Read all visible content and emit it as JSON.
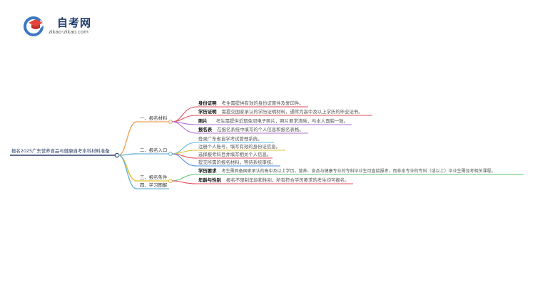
{
  "logo": {
    "title": "自考网",
    "subtitle": "zikao-zikao.com",
    "icon": "graduation-cap-icon"
  },
  "root": "报名2025广东营养食品与健康自考本科材料准备",
  "branches": [
    {
      "label": "一、报名材料",
      "color": "#f0a35e",
      "items": [
        {
          "keyword": "身份证明",
          "text": "考生需提供有效的身份证原件及复印件。",
          "color": "#e94b5c"
        },
        {
          "keyword": "学历证明",
          "text": "需提交国家承认的学历证明材料，通常为高中及以上学历的毕业证书。",
          "color": "#e94b5c"
        },
        {
          "keyword": "照片",
          "text": "考生需提供近期免冠电子照片，照片要求清晰，与本人面貌一致。",
          "color": "#b06fd6"
        },
        {
          "keyword": "报名表",
          "text": "在报名系统中填写的个人信息和报名表格。",
          "color": "#b06fd6"
        }
      ]
    },
    {
      "label": "二、报名入口",
      "color": "#6fb4d6",
      "items": [
        {
          "keyword": "",
          "text": "登录广东省自学考试管理系统。",
          "color": "#5db8d8"
        },
        {
          "keyword": "",
          "text": "注册个人账号，填写有效的身份证信息。",
          "color": "#e0c02f"
        },
        {
          "keyword": "",
          "text": "选择报考科目并填写相关个人信息。",
          "color": "#e94b5c"
        },
        {
          "keyword": "",
          "text": "提交所需的报名材料，等待系统审核。",
          "color": "#4a8de0"
        }
      ]
    },
    {
      "label": "三、报名条件",
      "color": "#e0c02f",
      "items": [
        {
          "keyword": "学历要求",
          "text": "考生需具备国家承认的高中及以上学历。营养、食品与健康专业的专科毕业生可直接报考，而非本专业的专科（或以上）毕业生需加考相关课程。",
          "color": "#5cc26a"
        },
        {
          "keyword": "年龄与性别",
          "text": "报名不限制年龄和性别，所有符合学历要求的考生均可报名。",
          "color": "#e94b5c"
        }
      ]
    },
    {
      "label": "四、学习图解",
      "color": "#6fb4d6",
      "items": []
    }
  ]
}
